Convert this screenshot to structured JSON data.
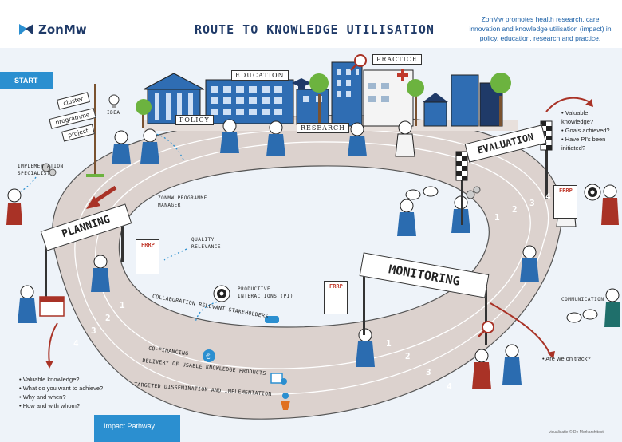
{
  "brand": {
    "name": "ZonMw"
  },
  "title": "ROUTE TO KNOWLEDGE UTILISATION",
  "intro": "ZonMw promotes health research, care innovation and knowledge utilisation (impact) in policy, education, research and practice.",
  "start_label": "START",
  "signpost": [
    "cluster",
    "programme",
    "project"
  ],
  "labels": {
    "idea": "IDEA",
    "implementation_specialist": "IMPLEMENTATION SPECIALIST",
    "programme_manager": "ZONMW PROGRAMME MANAGER",
    "quality_relevance": "QUALITY RELEVANCE",
    "productive_interactions": "PRODUCTIVE INTERACTIONS (PI)",
    "communication": "COMMUNICATION"
  },
  "buildings": {
    "education": "EDUCATION",
    "practice": "PRACTICE",
    "policy": "POLICY",
    "research": "RESEARCH"
  },
  "stages": {
    "planning": "PLANNING",
    "monitoring": "MONITORING",
    "evaluation": "EVALUATION"
  },
  "frrp": "FRRP",
  "lanes": [
    {
      "label": "COLLABORATION RELEVANT STAKEHOLDERS",
      "icon": "handshake-icon"
    },
    {
      "label": "CO-FINANCING",
      "icon": "euro-bag-icon"
    },
    {
      "label": "DELIVERY OF USABLE KNOWLEDGE PRODUCTS",
      "icon": "knowledge-product-icon"
    },
    {
      "label": "TARGETED DISSEMINATION AND IMPLEMENTATION",
      "icon": "target-person-icon"
    }
  ],
  "lane_numbers": [
    "1",
    "2",
    "3",
    "4"
  ],
  "evaluation_questions": [
    "Valuable knowledge?",
    "Goals achieved?",
    "Have PI's been initiated?"
  ],
  "monitoring_question": "Are we on track?",
  "planning_questions": [
    "Valuable knowledge?",
    "What do you want to achieve?",
    "Why and when?",
    "How and with whom?"
  ],
  "impact_pathway": "Impact Pathway",
  "credit": "visualisatie © De Merkarchitect",
  "colors": {
    "accent": "#2b8fd0",
    "navy": "#1f3a68",
    "track": "#d9cfcb",
    "sky": "#e8f0f8",
    "red": "#a93226",
    "blue_figure": "#2b6cb0"
  }
}
